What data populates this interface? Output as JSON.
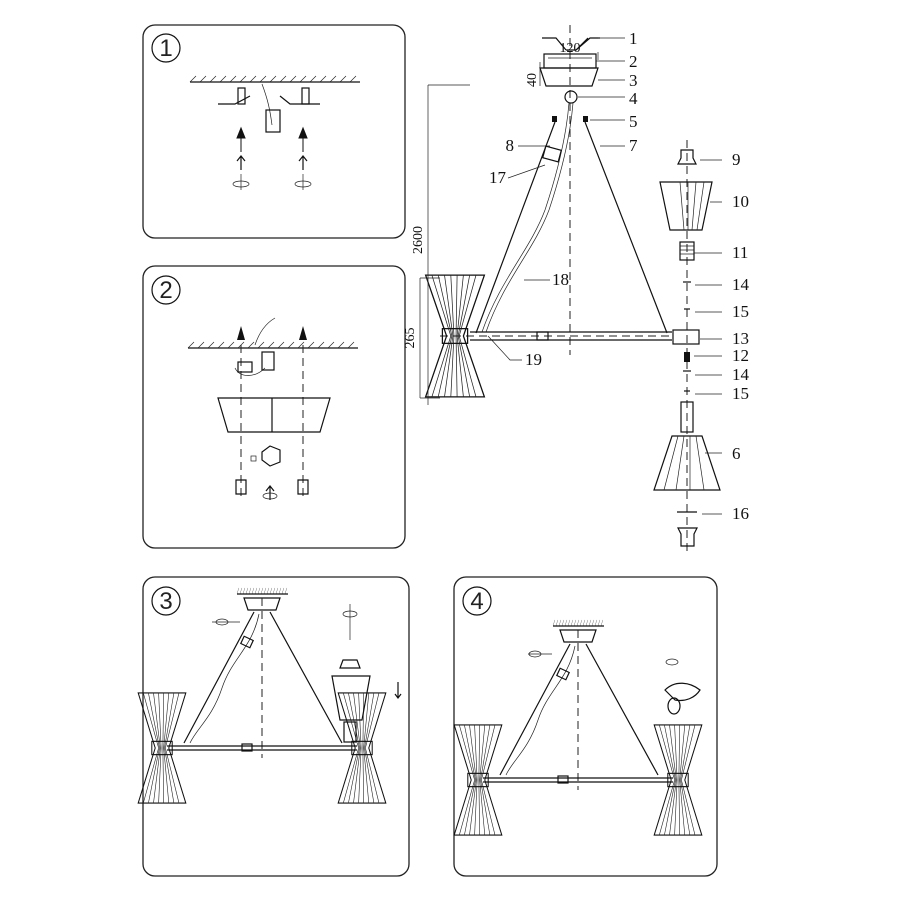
{
  "steps": [
    {
      "number": "1"
    },
    {
      "number": "2"
    },
    {
      "number": "3"
    },
    {
      "number": "4"
    }
  ],
  "dimensions": {
    "canopy_width": "120",
    "canopy_height": "40",
    "total_height": "2600",
    "shade_height": "265"
  },
  "part_labels": {
    "p1": "1",
    "p2": "2",
    "p3": "3",
    "p4": "4",
    "p5": "5",
    "p6": "6",
    "p7": "7",
    "p8": "8",
    "p9": "9",
    "p10": "10",
    "p11": "11",
    "p12": "12",
    "p13": "13",
    "p14a": "14",
    "p14b": "14",
    "p15a": "15",
    "p15b": "15",
    "p16": "16",
    "p17": "17",
    "p18": "18",
    "p19": "19"
  }
}
